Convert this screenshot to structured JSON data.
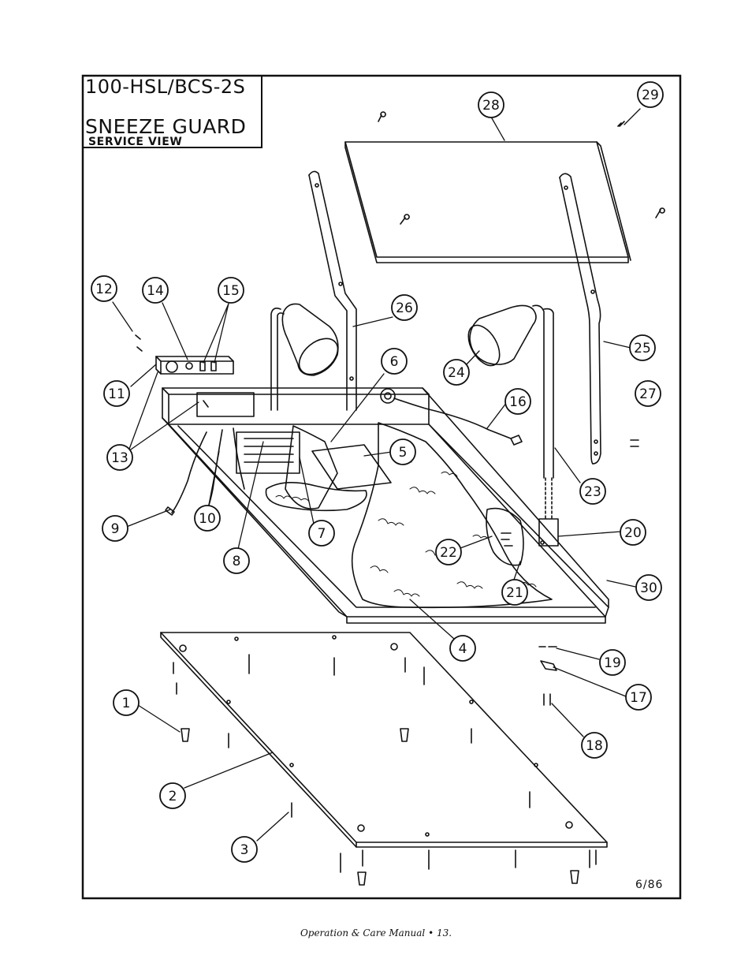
{
  "title_block": {
    "model": "100-HSL/BCS-2S",
    "title": "SNEEZE GUARD",
    "subtitle": "SERVICE VIEW"
  },
  "revision_date": "6/86",
  "footer": "Operation & Care Manual • 13.",
  "callouts": [
    {
      "label": "29"
    },
    {
      "label": "28"
    },
    {
      "label": "12"
    },
    {
      "label": "14"
    },
    {
      "label": "15"
    },
    {
      "label": "26"
    },
    {
      "label": "6"
    },
    {
      "label": "25"
    },
    {
      "label": "24"
    },
    {
      "label": "11"
    },
    {
      "label": "27"
    },
    {
      "label": "16"
    },
    {
      "label": "13"
    },
    {
      "label": "5"
    },
    {
      "label": "23"
    },
    {
      "label": "9"
    },
    {
      "label": "10"
    },
    {
      "label": "7"
    },
    {
      "label": "20"
    },
    {
      "label": "22"
    },
    {
      "label": "8"
    },
    {
      "label": "30"
    },
    {
      "label": "21"
    },
    {
      "label": "4"
    },
    {
      "label": "19"
    },
    {
      "label": "17"
    },
    {
      "label": "1"
    },
    {
      "label": "18"
    },
    {
      "label": "2"
    },
    {
      "label": "3"
    }
  ]
}
